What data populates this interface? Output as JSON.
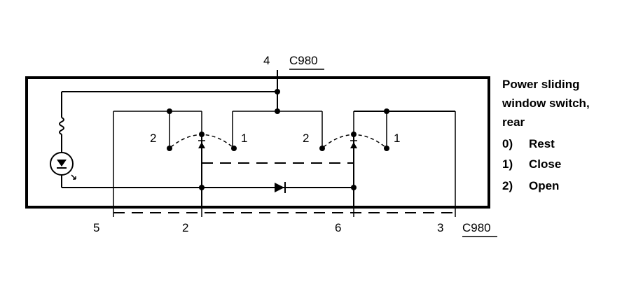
{
  "connector": {
    "name": "C980",
    "top_pin": "4",
    "bottom_pins": [
      "5",
      "2",
      "6",
      "3"
    ]
  },
  "switch": {
    "title_lines": [
      "Power sliding",
      "window switch,",
      "rear"
    ],
    "positions": [
      {
        "num": "0)",
        "label": "Rest"
      },
      {
        "num": "1)",
        "label": "Close"
      },
      {
        "num": "2)",
        "label": "Open"
      }
    ],
    "left_contact_labels": {
      "open": "2",
      "close": "1"
    },
    "right_contact_labels": {
      "open": "2",
      "close": "1"
    }
  }
}
